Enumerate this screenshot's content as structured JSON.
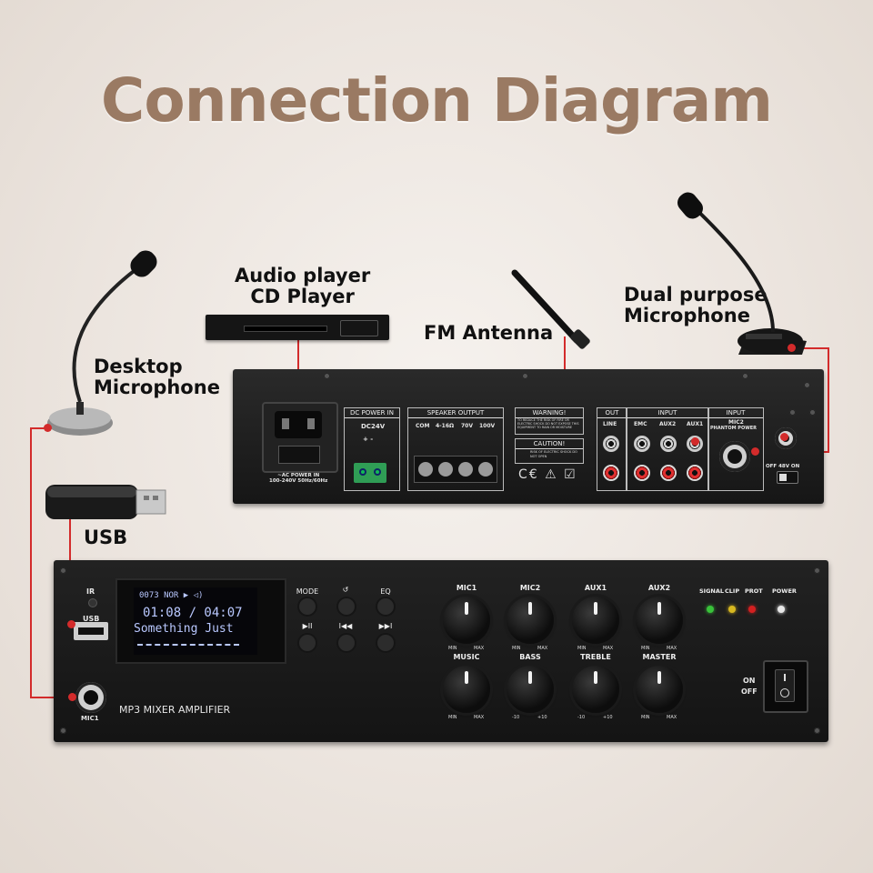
{
  "title": "Connection Diagram",
  "labels": {
    "audio_player": "Audio player\nCD Player",
    "fm_antenna": "FM Antenna",
    "dual_mic": "Dual purpose\nMicrophone",
    "desktop_mic": "Desktop\nMicrophone",
    "usb": "USB"
  },
  "rear_panel": {
    "ac_label": "~AC POWER IN\n100-240V 50Hz/60Hz",
    "dc_header": "DC POWER IN",
    "dc_voltage": "DC24V",
    "dc_polarity": "+  -",
    "speaker_header": "SPEAKER OUTPUT",
    "speaker_terms": [
      "COM",
      "4-16Ω",
      "70V",
      "100V"
    ],
    "warning_header": "WARNING!",
    "warning_text": "TO REDUCE THE RISK OF FIRE OR ELECTRIC SHOCK DO NOT EXPOSE THIS EQUIPMENT TO RAIN OR MOISTURE",
    "caution_header": "CAUTION!",
    "caution_text": "RISK OF ELECTRIC SHOCK DO NOT OPEN",
    "cert_marks": "C€ ⚠ ☑",
    "out_header": "OUT",
    "out_line": "LINE",
    "input_header": "INPUT",
    "inputs": [
      "EMC",
      "AUX2",
      "AUX1"
    ],
    "input2_header": "INPUT",
    "mic2_label": "MIC2",
    "phantom_label": "PHANTOM POWER",
    "phantom_switch": "OFF 48V ON"
  },
  "front_panel": {
    "ir": "IR",
    "usb": "USB",
    "mic1": "MIC1",
    "model": "MP3 MIXER AMPLIFIER",
    "display": {
      "icons_line": "0073 NOR ▶ ◁)",
      "time": "01:08 / 04:07",
      "track": "Something Just"
    },
    "buttons": [
      "MODE",
      "↺",
      "EQ",
      "▶II",
      "I◀◀",
      "▶▶I"
    ],
    "knobs_row1": [
      "MIC1",
      "MIC2",
      "AUX1",
      "AUX2"
    ],
    "knobs_row2": [
      "MUSIC",
      "BASS",
      "TREBLE",
      "MASTER"
    ],
    "knob_scales_row1": [
      [
        "MIN",
        "MAX"
      ],
      [
        "MIN",
        "MAX"
      ],
      [
        "MIN",
        "MAX"
      ],
      [
        "MIN",
        "MAX"
      ]
    ],
    "knob_scales_row2": [
      [
        "MIN",
        "MAX"
      ],
      [
        "-10",
        "+10"
      ],
      [
        "-10",
        "+10"
      ],
      [
        "MIN",
        "MAX"
      ]
    ],
    "indicators": [
      "SIGNAL",
      "CLIP",
      "PROT",
      "POWER"
    ],
    "indicator_colors": [
      "#39c23a",
      "#d8b820",
      "#d42020",
      "#e8e8e8"
    ],
    "power_on": "ON",
    "power_off": "OFF"
  },
  "colors": {
    "title": "#9a7a63",
    "wire": "#d32b2b",
    "panel": "#1c1c1c"
  }
}
